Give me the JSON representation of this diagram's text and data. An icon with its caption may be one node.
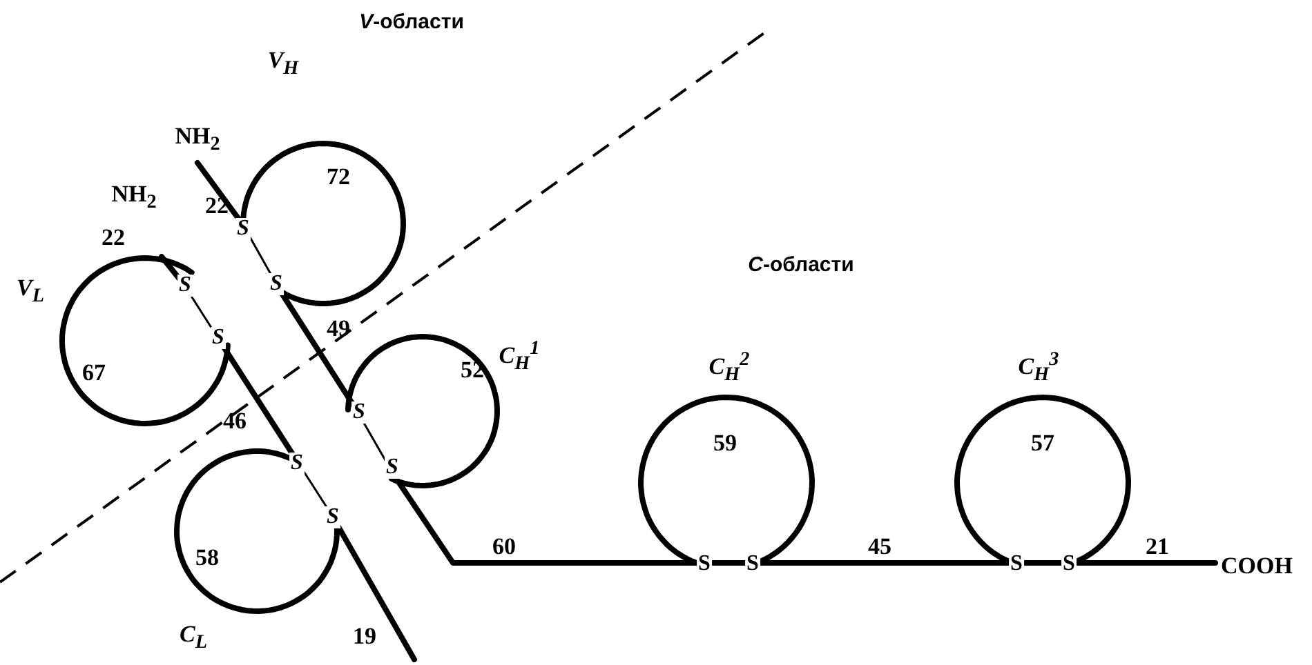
{
  "diagram": {
    "labels": [
      "*V*-области",
      "V$_{H}$",
      "NH$_{2}$",
      "72",
      "NH$_{2}$",
      "22",
      "22",
      "S",
      "V$_{L}$",
      "S",
      "S",
      "*C*-области",
      "S",
      "49",
      "67",
      "52",
      "C$_{H}$$^{1}$",
      "C$_{H}$$^{2}$",
      "C$_{H}$$^{3}$",
      "46",
      "S",
      "S",
      "S",
      "59",
      "57",
      "S",
      "58",
      "60",
      "S",
      "S",
      "45",
      "S",
      "S",
      "21",
      "COOH",
      "C$_{L}$",
      "19"
    ]
  }
}
